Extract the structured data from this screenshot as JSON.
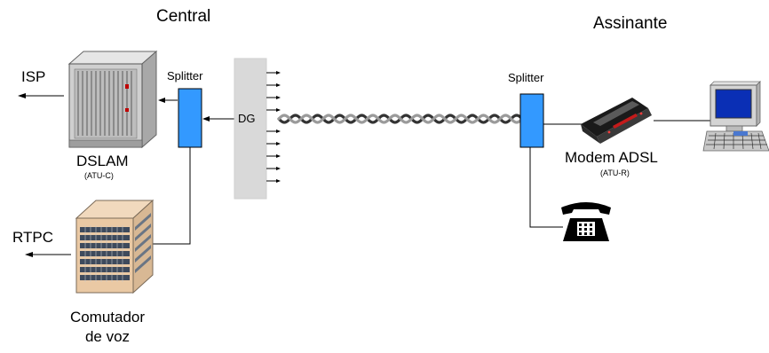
{
  "labels": {
    "central": "Central",
    "assinante": "Assinante",
    "isp": "ISP",
    "splitter_left": "Splitter",
    "splitter_right": "Splitter",
    "dg": "DG",
    "dslam": "DSLAM",
    "atu_c": "(ATU-C)",
    "rtpc": "RTPC",
    "comutador_line1": "Comutador",
    "comutador_line2": "de voz",
    "modem": "Modem ADSL",
    "atu_r": "(ATU-R)"
  },
  "colors": {
    "splitter_fill": "#3399ff",
    "dg_fill": "#d9d9d9",
    "line": "#000000",
    "cable_dark": "#333333",
    "cable_light": "#9a9a9a"
  }
}
